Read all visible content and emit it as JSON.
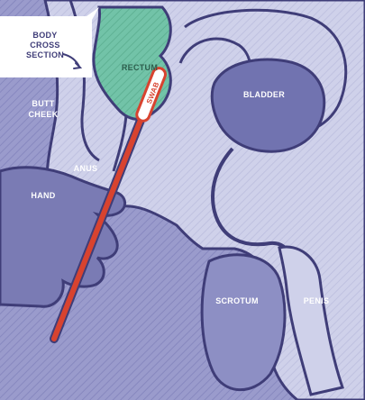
{
  "labels": {
    "callout_line1": "BODY",
    "callout_line2": "CROSS",
    "callout_line3": "SECTION",
    "rectum": "RECTUM",
    "bladder": "BLADDER",
    "butt_line1": "BUTT",
    "butt_line2": "CHEEK",
    "anus": "ANUS",
    "hand": "HAND",
    "swab": "SWAB",
    "scrotum": "SCROTUM",
    "penis": "PENIS"
  },
  "colors": {
    "background": "#8f90c6",
    "body_fill": "#c9cbe7",
    "outline": "#3f3d78",
    "rectum": "#6fc0a6",
    "swab": "#d8432f",
    "callout_bg": "#ffffff"
  },
  "icons": [
    "callout-arrow-icon"
  ]
}
